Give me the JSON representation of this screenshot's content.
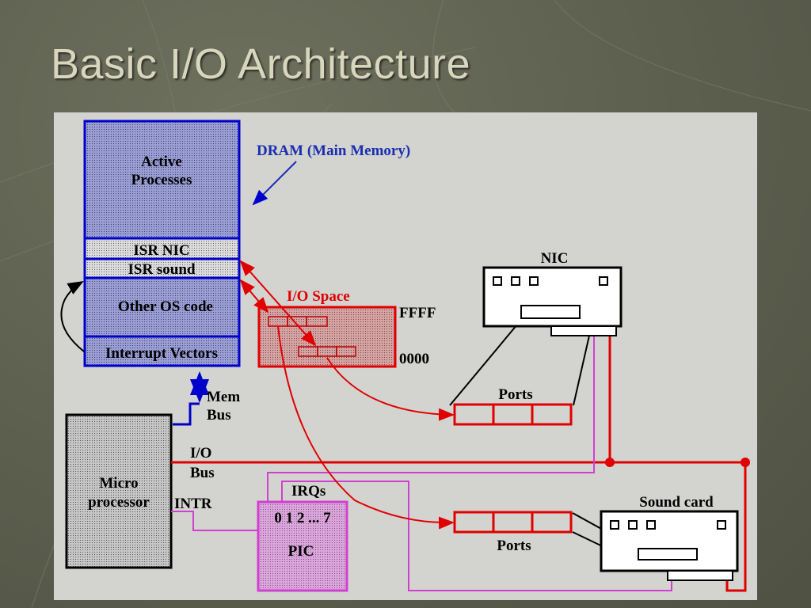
{
  "slide": {
    "title": "Basic I/O Architecture"
  },
  "dram": {
    "label": "DRAM  (Main  Memory)",
    "active_processes_line1": "Active",
    "active_processes_line2": "Processes",
    "isr_nic": "ISR  NIC",
    "isr_sound": "ISR  sound",
    "other_os_code": "Other  OS  code",
    "interrupt_vectors": "Interrupt  Vectors"
  },
  "io_space": {
    "label": "I/O  Space",
    "high_addr": "FFFF",
    "low_addr": "0000"
  },
  "bus": {
    "mem_line1": "Mem",
    "mem_line2": "Bus",
    "io_line1": "I/O",
    "io_line2": "Bus"
  },
  "cpu": {
    "line1": "Micro",
    "line2": "processor",
    "intr": "INTR"
  },
  "pic": {
    "irqs": "IRQs",
    "lines": "0 1 2 ... 7",
    "label": "PIC"
  },
  "nic": {
    "label": "NIC",
    "ports": "Ports"
  },
  "sound_card": {
    "label": "Sound  card",
    "ports": "Ports"
  },
  "colors": {
    "memory_blue": "#0000cc",
    "io_red": "#e00000",
    "irq_magenta": "#d040d0",
    "dram_text": "#1a2fb0"
  }
}
